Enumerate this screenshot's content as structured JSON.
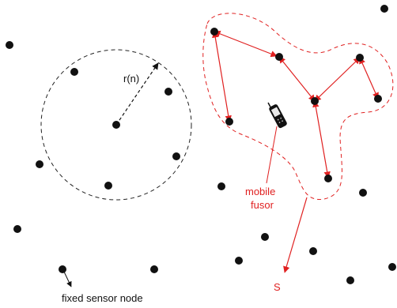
{
  "labels": {
    "radius": "r(n)",
    "mobile_line1": "mobile",
    "mobile_line2": "fusor",
    "sink": "S",
    "fixed_node": "fixed sensor node"
  },
  "colors": {
    "node": "#111111",
    "red": "#e02020",
    "dashed_circle": "#222222"
  },
  "icons": {
    "mobile": "mobile-phone-icon"
  }
}
